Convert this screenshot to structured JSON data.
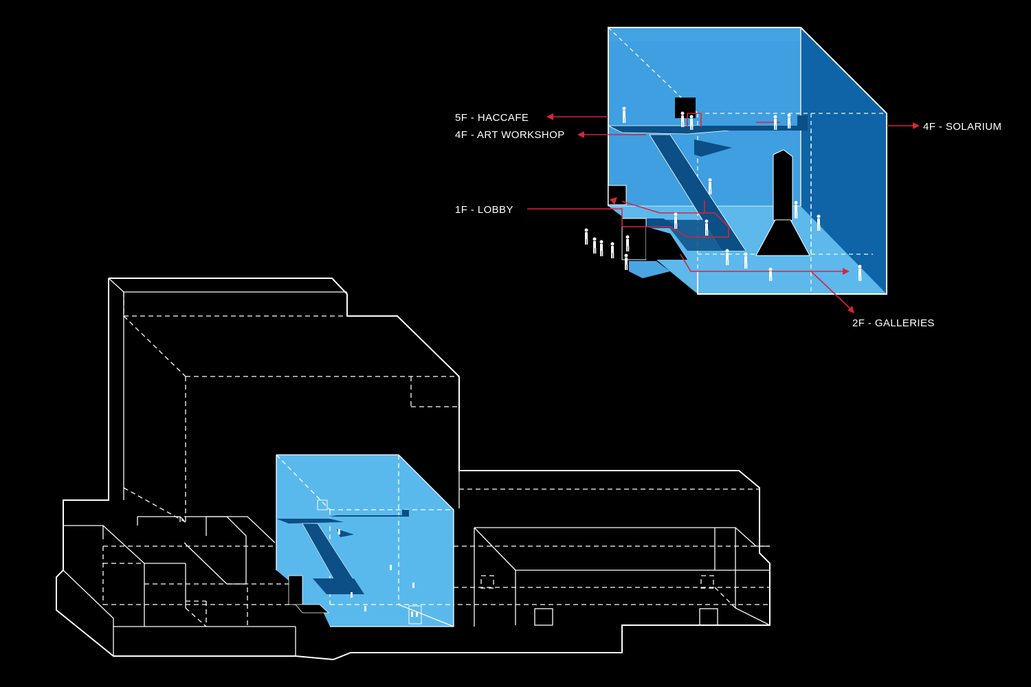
{
  "diagram": {
    "labels": {
      "haccafe": "5F - HACCAFE",
      "art_workshop": "4F - ART WORKSHOP",
      "lobby": "1F - LOBBY",
      "solarium": "4F - SOLARIUM",
      "galleries": "2F - GALLERIES"
    },
    "colors": {
      "background": "#000000",
      "volume_light": "#3e9ee0",
      "volume_mid": "#2a88cc",
      "volume_dark": "#0d63a5",
      "floor_light": "#5ab7ec",
      "small_volume": "#5ab9ec",
      "ramp": "#0b4f86",
      "arrow": "#d6253b",
      "lines": "#ffffff"
    }
  }
}
